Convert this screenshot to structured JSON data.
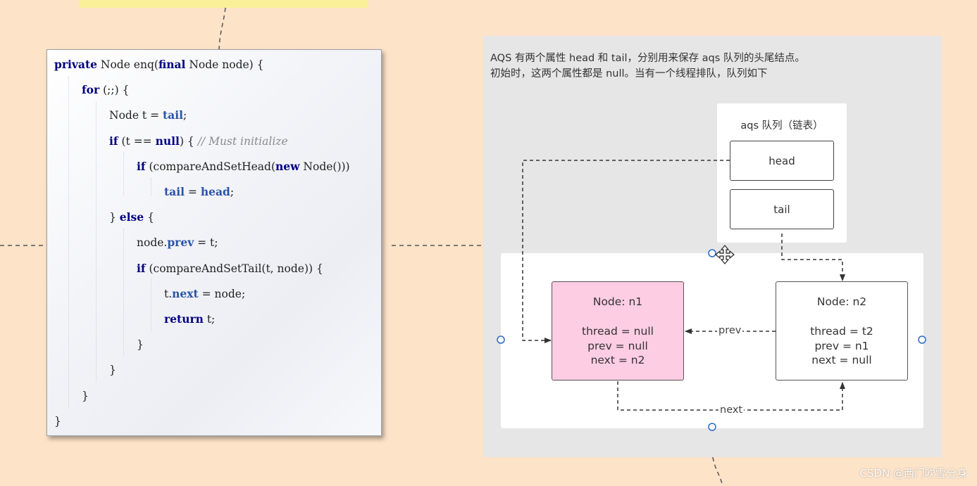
{
  "code": {
    "lines": [
      [
        {
          "t": "private",
          "c": "kw"
        },
        {
          "t": " Node enq("
        },
        {
          "t": "final",
          "c": "kw"
        },
        {
          "t": " Node node) {"
        }
      ],
      [
        {
          "t": "for",
          "c": "kw"
        },
        {
          "t": " (;;) {"
        }
      ],
      [
        {
          "t": "Node t = "
        },
        {
          "t": "tail",
          "c": "fld"
        },
        {
          "t": ";"
        }
      ],
      [
        {
          "t": "if",
          "c": "kw"
        },
        {
          "t": " (t == "
        },
        {
          "t": "null",
          "c": "kw"
        },
        {
          "t": ") { "
        },
        {
          "t": "// Must initialize",
          "c": "cmt"
        }
      ],
      [
        {
          "t": "if",
          "c": "kw"
        },
        {
          "t": " (compareAndSetHead("
        },
        {
          "t": "new",
          "c": "kw"
        },
        {
          "t": " Node()))"
        }
      ],
      [
        {
          "t": "tail",
          "c": "fld"
        },
        {
          "t": " = "
        },
        {
          "t": "head",
          "c": "fld"
        },
        {
          "t": ";"
        }
      ],
      [
        {
          "t": "} "
        },
        {
          "t": "else",
          "c": "kw"
        },
        {
          "t": " {"
        }
      ],
      [
        {
          "t": "node."
        },
        {
          "t": "prev",
          "c": "fld"
        },
        {
          "t": " = t;"
        }
      ],
      [
        {
          "t": "if",
          "c": "kw"
        },
        {
          "t": " (compareAndSetTail(t, node)) {"
        }
      ],
      [
        {
          "t": "t."
        },
        {
          "t": "next",
          "c": "fld"
        },
        {
          "t": " = node;"
        }
      ],
      [
        {
          "t": "return",
          "c": "kw"
        },
        {
          "t": " t;"
        }
      ],
      [
        {
          "t": "}"
        }
      ],
      [
        {
          "t": "}"
        }
      ],
      [
        {
          "t": "}"
        }
      ],
      [
        {
          "t": "}"
        }
      ]
    ]
  },
  "diagram": {
    "description_line1": "AQS 有两个属性 head 和 tail，分别用来保存 aqs 队列的头尾结点。",
    "description_line2": "初始时，这两个属性都是 null。当有一个线程排队，队列如下",
    "aqs_box": {
      "title": "aqs 队列（链表）",
      "head_label": "head",
      "tail_label": "tail"
    },
    "node1": {
      "title": "Node: n1",
      "thread": "thread = null",
      "prev": "prev = null",
      "next": "next = n2",
      "fill_color": "#fccde3"
    },
    "node2": {
      "title": "Node: n2",
      "thread": "thread = t2",
      "prev": "prev = n1",
      "next": "next = null",
      "fill_color": "#ffffff"
    },
    "prev_label": "prev",
    "next_label": "next",
    "move_cursor_icon": "move-cursor-icon"
  },
  "watermark": "CSDN @西门吹雪分身"
}
